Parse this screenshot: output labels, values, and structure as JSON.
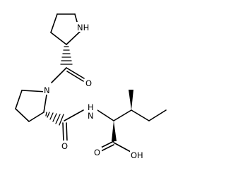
{
  "atoms": {
    "n_top": "NH",
    "o_top": "O",
    "n_pro": "N",
    "n_amide": "N",
    "h_amide": "H",
    "o_mid": "O",
    "o_acid": "O",
    "oh_acid": "OH"
  },
  "colors": {
    "bond": "#000000",
    "label": "#000000",
    "background": "#ffffff"
  }
}
